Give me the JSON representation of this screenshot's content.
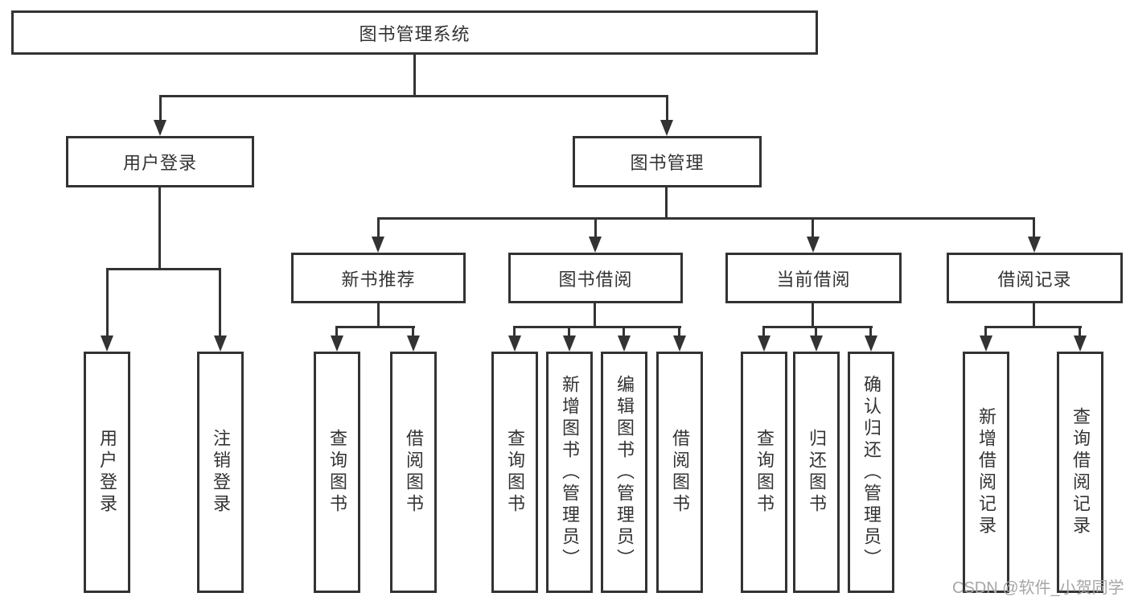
{
  "diagram_title": "图书管理系统",
  "tree": {
    "label": "图书管理系统",
    "children": [
      {
        "label": "用户登录",
        "children": [
          {
            "label": "用户登录"
          },
          {
            "label": "注销登录"
          }
        ]
      },
      {
        "label": "图书管理",
        "children": [
          {
            "label": "新书推荐",
            "children": [
              {
                "label": "查询图书"
              },
              {
                "label": "借阅图书"
              }
            ]
          },
          {
            "label": "图书借阅",
            "children": [
              {
                "label": "查询图书"
              },
              {
                "label": "新增图书（管理员）"
              },
              {
                "label": "编辑图书（管理员）"
              },
              {
                "label": "借阅图书"
              }
            ]
          },
          {
            "label": "当前借阅",
            "children": [
              {
                "label": "查询图书"
              },
              {
                "label": "归还图书"
              },
              {
                "label": "确认归还（管理员）"
              }
            ]
          },
          {
            "label": "借阅记录",
            "children": [
              {
                "label": "新增借阅记录"
              },
              {
                "label": "查询借阅记录"
              }
            ]
          }
        ]
      }
    ]
  },
  "watermark": {
    "text": "CSDN @软件_小贺同学",
    "color": "#a6a6a6"
  },
  "colors": {
    "line": "#333333",
    "box_border": "#333333",
    "text": "#333333",
    "background": "#ffffff"
  }
}
